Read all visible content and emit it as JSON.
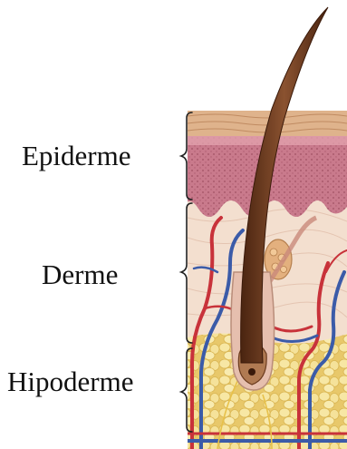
{
  "layers": [
    {
      "id": "epiderme",
      "label": "Epiderme"
    },
    {
      "id": "derme",
      "label": "Derme"
    },
    {
      "id": "hipoderme",
      "label": "Hipoderme"
    }
  ],
  "colors": {
    "surface": "#d9a77a",
    "epidermis": "#c97a8c",
    "dermis": "#f2dccb",
    "hypodermis_fat": "#f2dd8a",
    "hair_shaft": "#6b3b1e",
    "artery": "#c8323a",
    "vein": "#3b5ba8",
    "bracket": "#222222"
  },
  "icons": [
    "hair-icon",
    "skin-cross-section-icon"
  ]
}
